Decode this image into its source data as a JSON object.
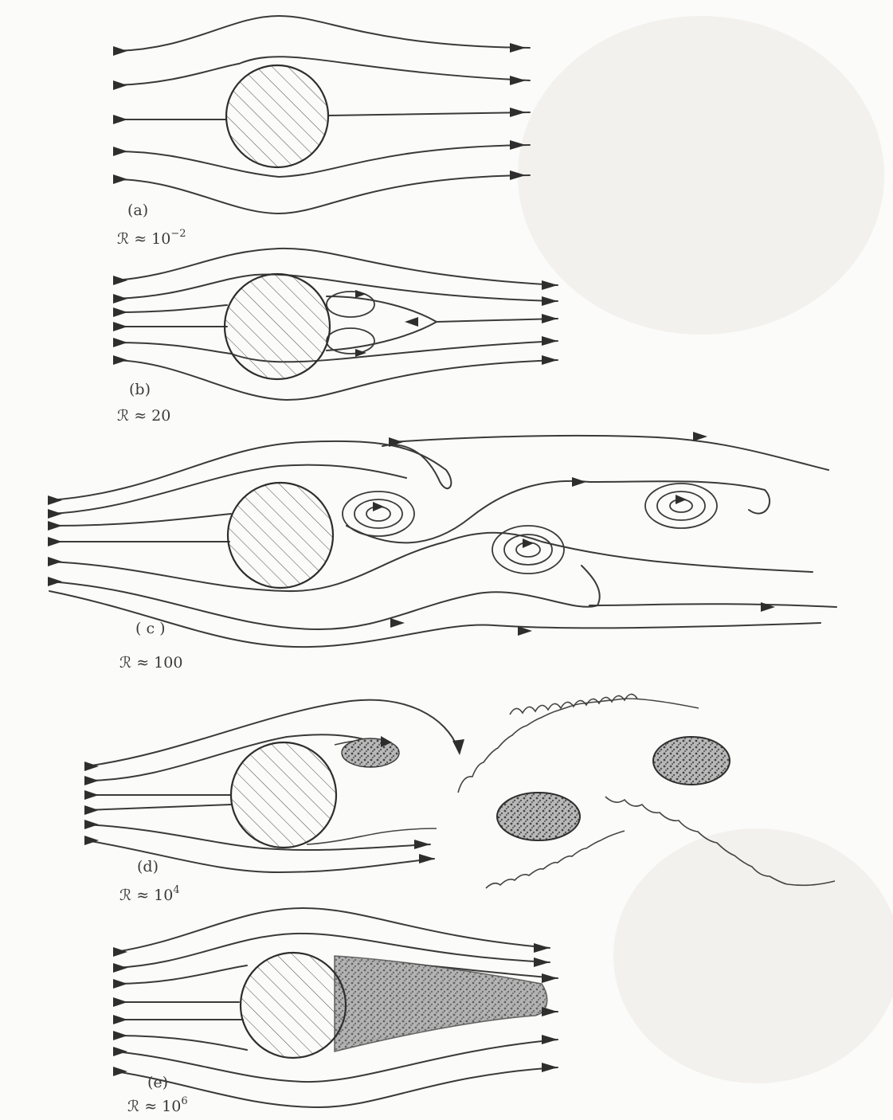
{
  "panels": [
    {
      "id": "a",
      "label": "(a)",
      "reynolds": "ℛ ≈ 10",
      "exponent": "−2"
    },
    {
      "id": "b",
      "label": "(b)",
      "reynolds": "ℛ ≈ 20",
      "exponent": ""
    },
    {
      "id": "c",
      "label": "( c )",
      "reynolds": "ℛ ≈ 100",
      "exponent": ""
    },
    {
      "id": "d",
      "label": "(d)",
      "reynolds": "ℛ ≈ 10",
      "exponent": "4"
    },
    {
      "id": "e",
      "label": "(e)",
      "reynolds": "ℛ ≈ 10",
      "exponent": "6"
    }
  ],
  "colors": {
    "ink": "#3a3a3a",
    "paper": "#fbfbf9"
  }
}
